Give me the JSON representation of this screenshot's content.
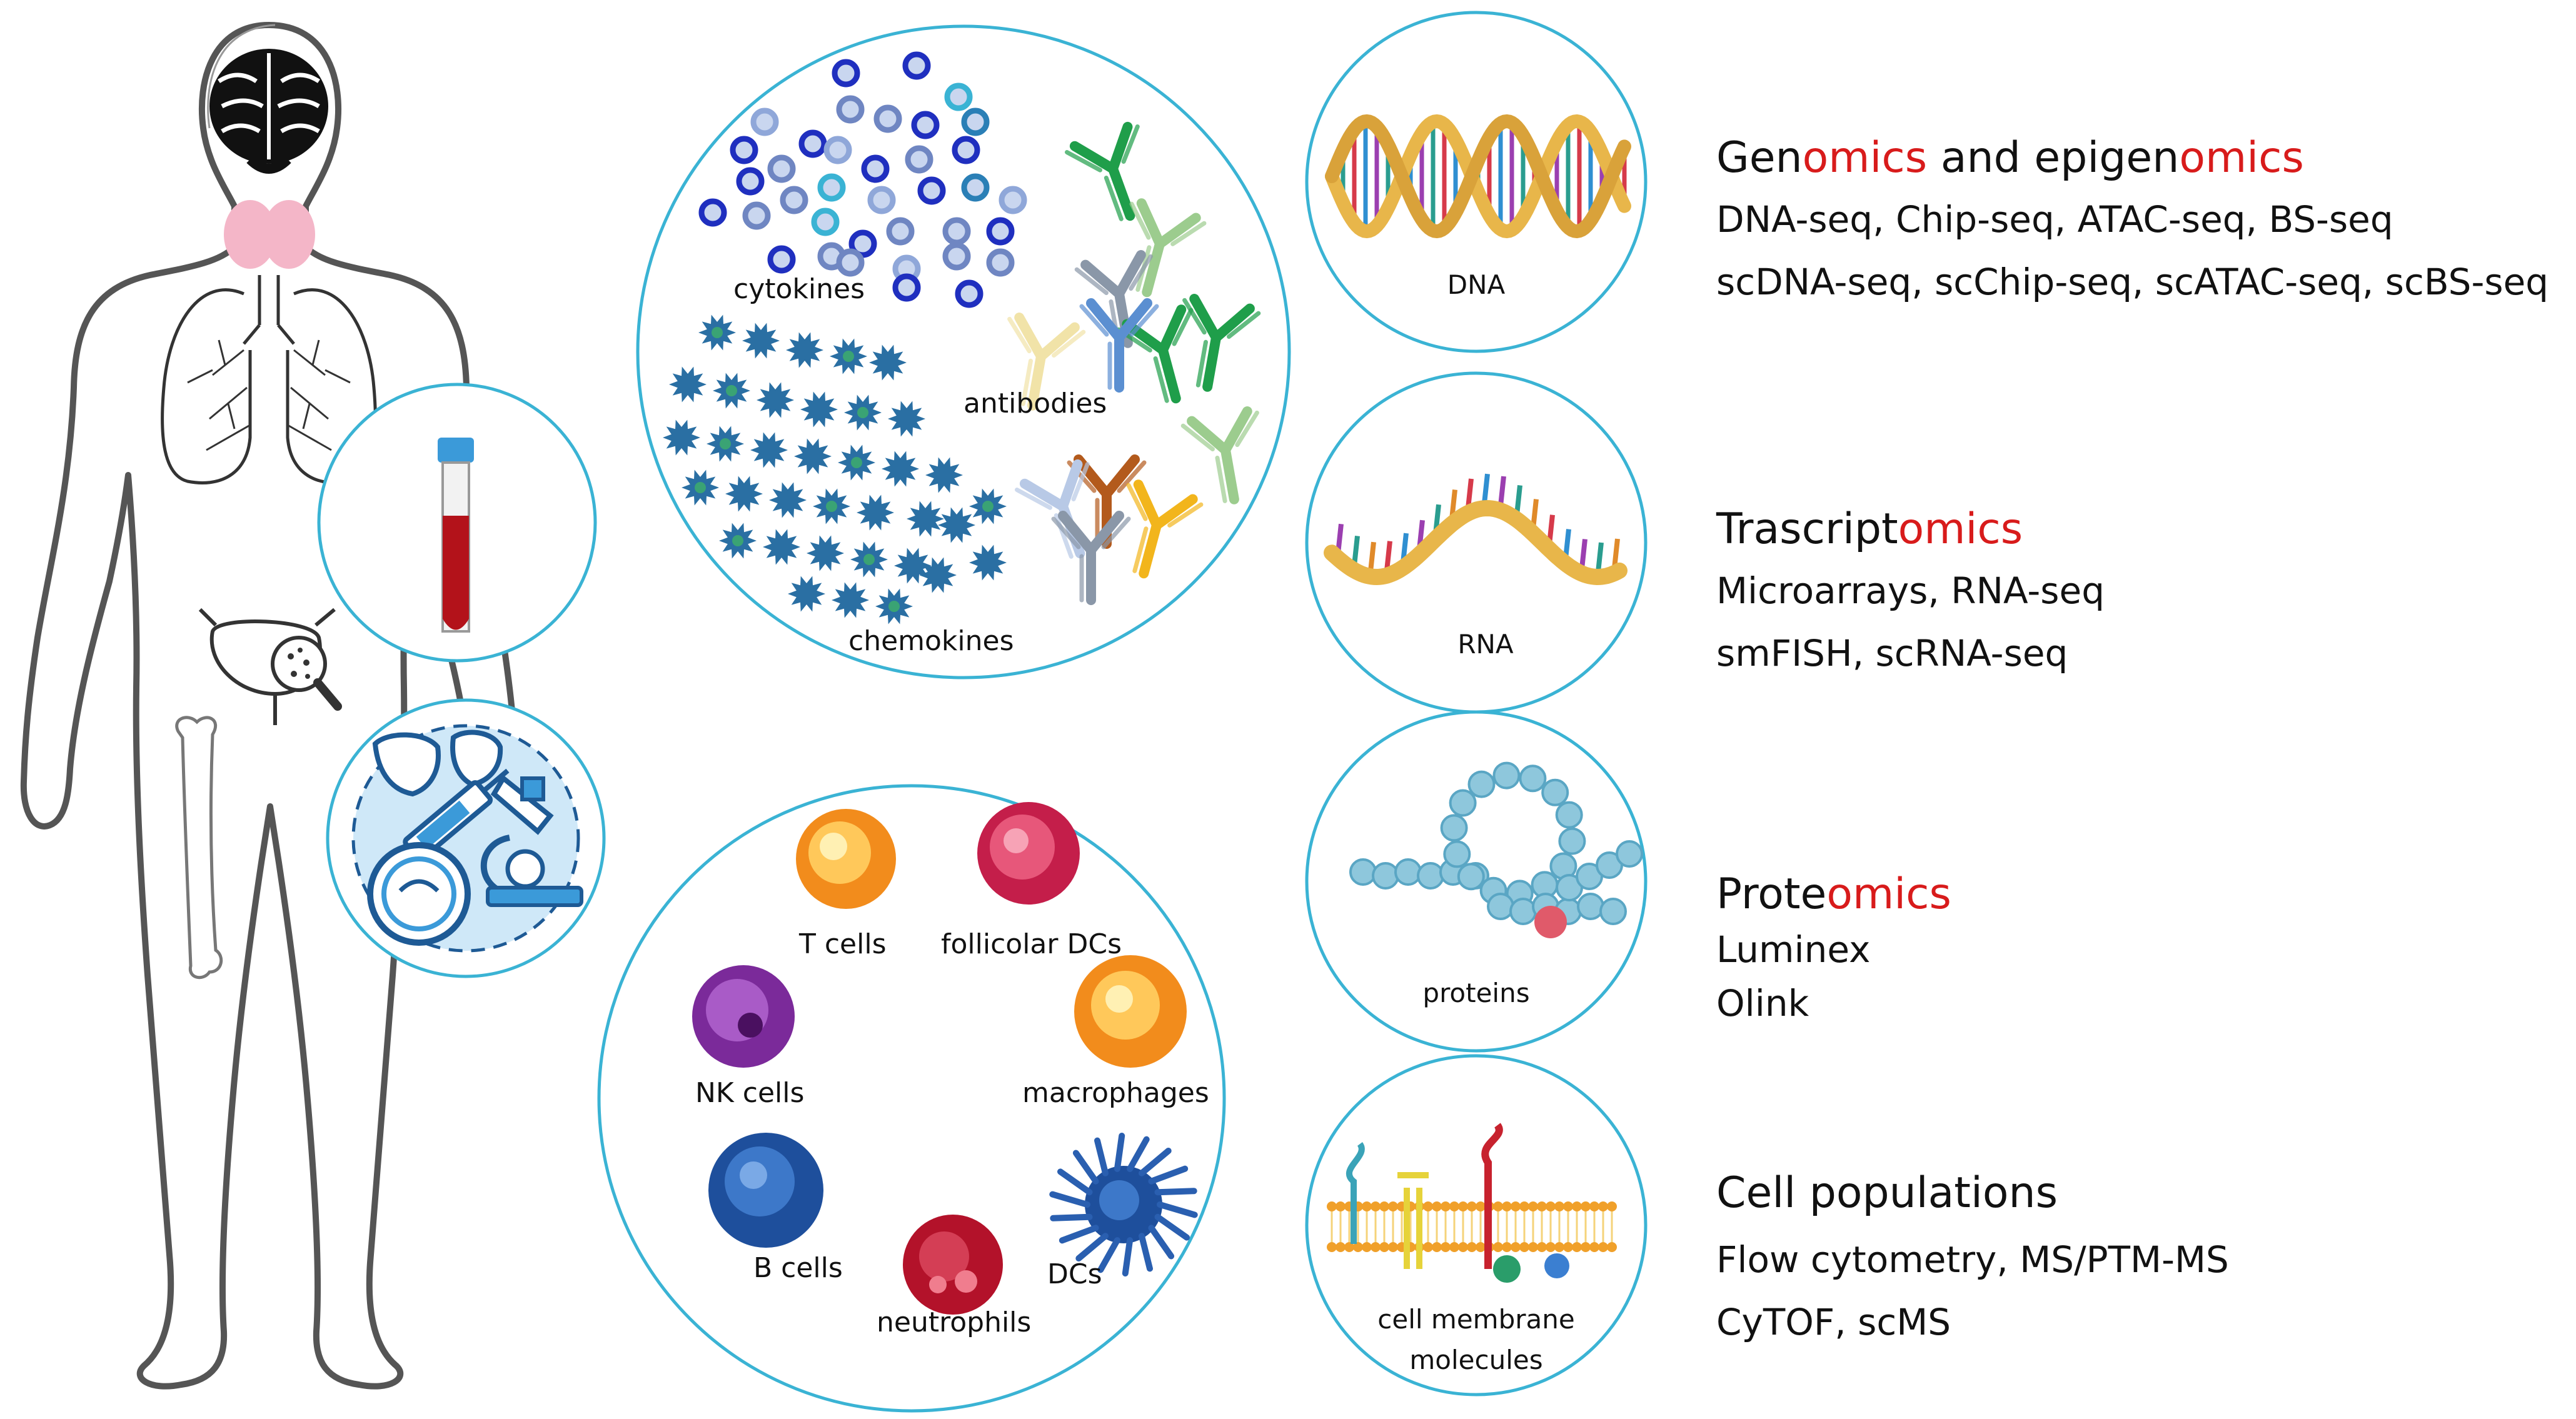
{
  "colors": {
    "circle_stroke": "#3ab3d4",
    "body_outline": "#555555",
    "highlight": "#d81b1b",
    "dna_backbone": "#e8b64a",
    "blood": "#b3121a",
    "tube_cap": "#3b9ad9"
  },
  "icons": [
    "brain-icon",
    "thyroid-icon",
    "lungs-icon",
    "blood-tube-icon",
    "bladder-icon",
    "magnifier-icon",
    "bone-icon",
    "lab-equipment-icon",
    "dna-icon",
    "rna-icon",
    "protein-chain-icon",
    "cell-membrane-icon"
  ],
  "soluble_panel": {
    "cytokines": "cytokines",
    "antibodies": "antibodies",
    "chemokines": "chemokines"
  },
  "cells_panel": {
    "t_cells": "T cells",
    "follicular_dcs": "follicolar DCs",
    "nk_cells": "NK cells",
    "macrophages": "macrophages",
    "b_cells": "B cells",
    "neutrophils": "neutrophils",
    "dcs": "DCs"
  },
  "molecule_circles": {
    "dna": "DNA",
    "rna": "RNA",
    "proteins": "proteins",
    "membrane_line1": "cell membrane",
    "membrane_line2": "molecules"
  },
  "omics": [
    {
      "title_parts": [
        "Gen",
        "omics",
        " and epigen",
        "omics"
      ],
      "lines": [
        "DNA-seq, Chip-seq, ATAC-seq, BS-seq",
        "scDNA-seq, scChip-seq, scATAC-seq, scBS-seq"
      ]
    },
    {
      "title_parts": [
        "Trascript",
        "omics"
      ],
      "lines": [
        "Microarrays, RNA-seq",
        "smFISH, scRNA-seq"
      ]
    },
    {
      "title_parts": [
        "Prote",
        "omics"
      ],
      "lines": [
        "Luminex",
        "Olink"
      ]
    },
    {
      "title_parts": [
        "Cell populations"
      ],
      "lines": [
        "Flow cytometry, MS/PTM-MS",
        "CyTOF, scMS"
      ]
    }
  ]
}
